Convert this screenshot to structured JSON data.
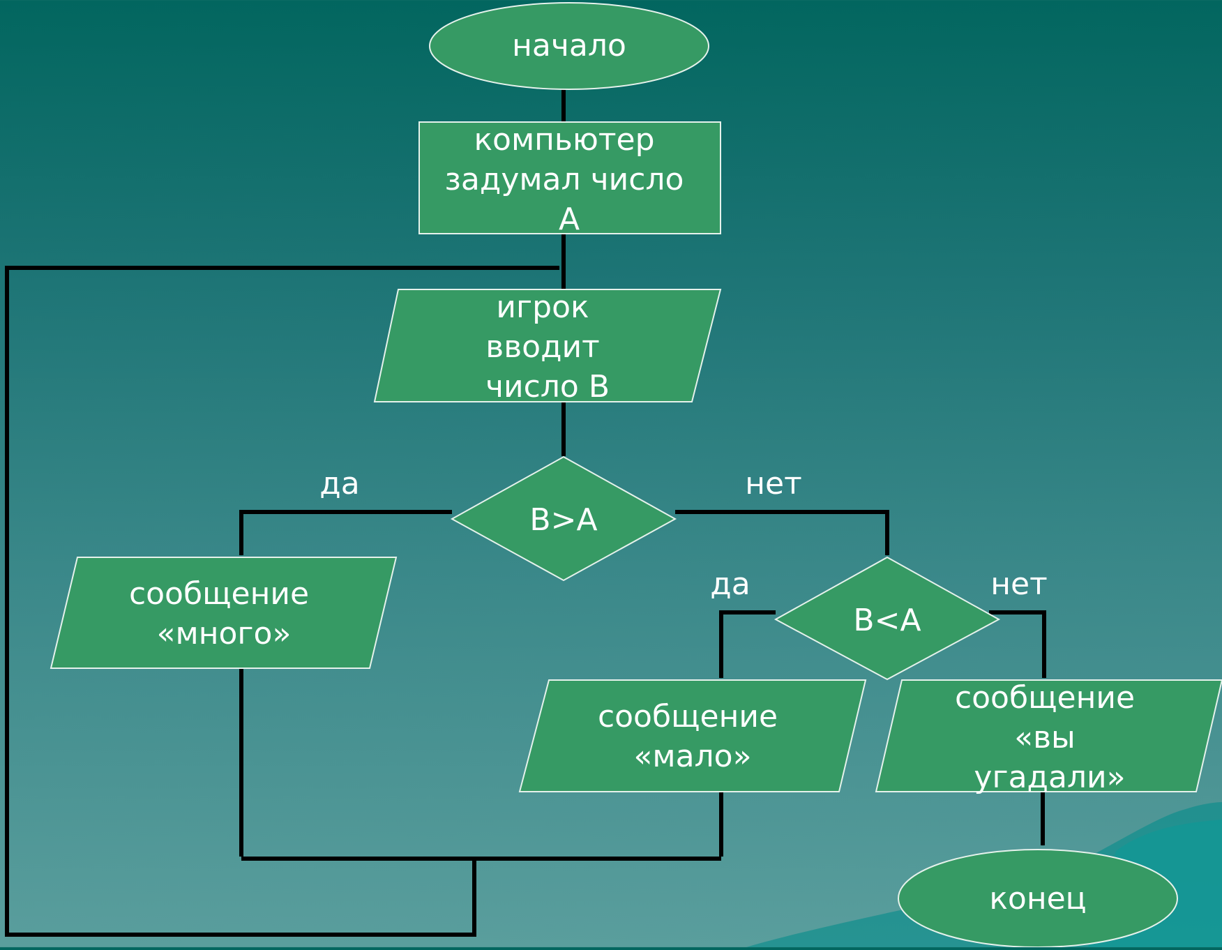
{
  "diagram": {
    "nodes": {
      "start": {
        "lines": [
          "начало"
        ]
      },
      "think": {
        "lines": [
          "компьютер",
          "задумал число",
          "А"
        ]
      },
      "input": {
        "lines": [
          "игрок",
          "вводит",
          "число В"
        ]
      },
      "cond1": {
        "lines": [
          "В>А"
        ]
      },
      "many": {
        "lines": [
          "сообщение",
          "«много»"
        ]
      },
      "cond2": {
        "lines": [
          "В<А"
        ]
      },
      "few": {
        "lines": [
          "сообщение",
          "«мало»"
        ]
      },
      "guess": {
        "lines": [
          "сообщение",
          "«вы",
          "угадали»"
        ]
      },
      "end": {
        "lines": [
          "конец"
        ]
      }
    },
    "edge_labels": {
      "cond1_yes": "да",
      "cond1_no": "нет",
      "cond2_yes": "да",
      "cond2_no": "нет"
    }
  },
  "colors": {
    "shape_fill": "#369a64",
    "shape_stroke": "#e6f2ec",
    "line": "#000000",
    "text": "#ffffff",
    "decor": "#0a8e8c"
  }
}
